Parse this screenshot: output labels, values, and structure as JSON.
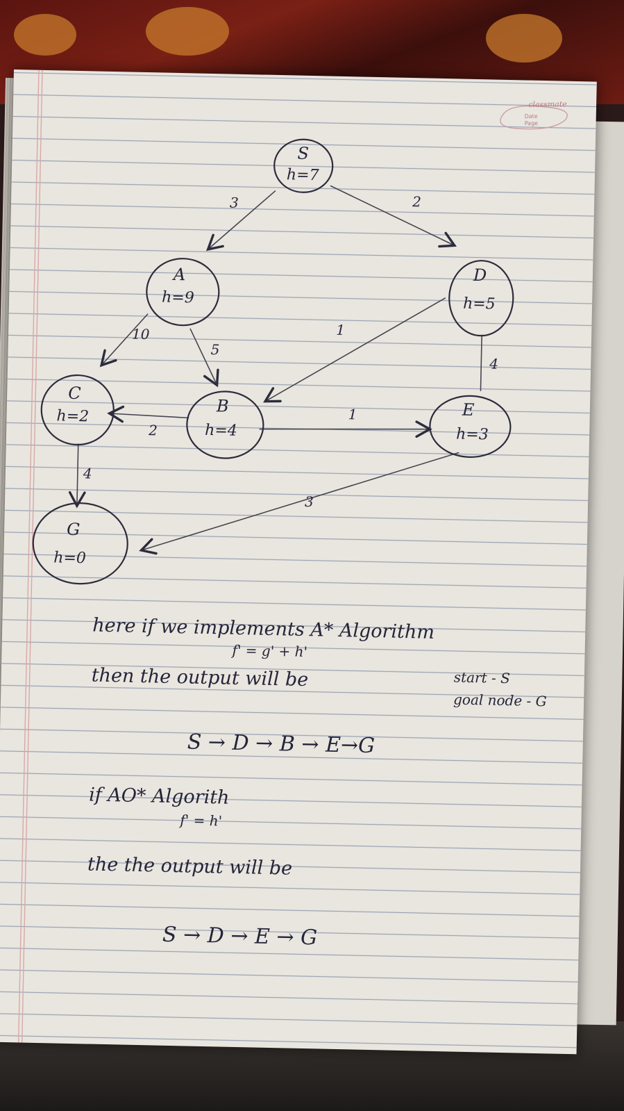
{
  "brand": {
    "name": "classmate",
    "sub1": "Date",
    "sub2": "Page"
  },
  "graph": {
    "nodes": [
      {
        "id": "S",
        "label": "S",
        "h": "h=7"
      },
      {
        "id": "A",
        "label": "A",
        "h": "h=9"
      },
      {
        "id": "D",
        "label": "D",
        "h": "h=5"
      },
      {
        "id": "C",
        "label": "C",
        "h": "h=2"
      },
      {
        "id": "B",
        "label": "B",
        "h": "h=4"
      },
      {
        "id": "E",
        "label": "E",
        "h": "h=3"
      },
      {
        "id": "G",
        "label": "G",
        "h": "h=0"
      }
    ],
    "edges": [
      {
        "from": "S",
        "to": "A",
        "w": "3"
      },
      {
        "from": "S",
        "to": "D",
        "w": "2"
      },
      {
        "from": "A",
        "to": "C",
        "w": "10"
      },
      {
        "from": "A",
        "to": "B",
        "w": "5"
      },
      {
        "from": "D",
        "to": "B",
        "w": "1"
      },
      {
        "from": "D",
        "to": "E",
        "w": "4"
      },
      {
        "from": "B",
        "to": "C",
        "w": "2"
      },
      {
        "from": "B",
        "to": "E",
        "w": "1"
      },
      {
        "from": "C",
        "to": "G",
        "w": "4"
      },
      {
        "from": "E",
        "to": "G",
        "w": "3"
      }
    ]
  },
  "notes": {
    "line1": "here if we implements A* Algorithm",
    "formula1": "f' = g' + h'",
    "line2": "then the output will be",
    "start": "start - S",
    "goal": "goal node - G",
    "path1": "S → D → B → E→G",
    "line3": "if AO* Algorith",
    "formula2": "f' = h'",
    "line4": "the the output will be",
    "path2": "S → D → E → G"
  }
}
